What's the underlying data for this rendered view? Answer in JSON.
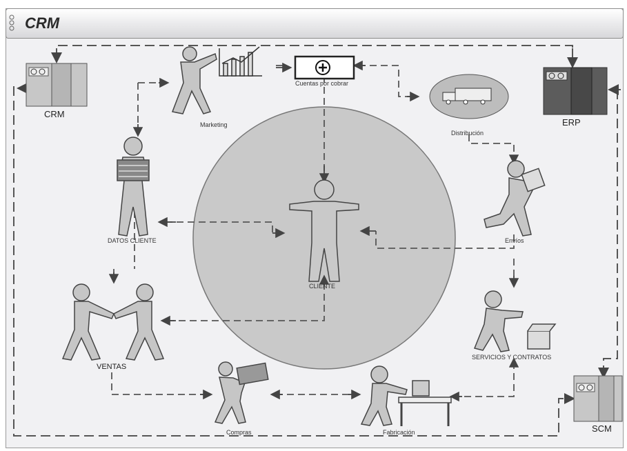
{
  "header": {
    "title": "CRM"
  },
  "systems": {
    "crm": "CRM",
    "erp": "ERP",
    "scm": "SCM"
  },
  "nodes": {
    "marketing": "Marketing",
    "cuentas": "Cuentas por cobrar",
    "distribucion": "Distribución",
    "datos_cliente": "DATOS CLIENTE",
    "cliente": "CLIENTE",
    "envios": "Envíos",
    "servicios": "SERVICIOS Y CONTRATOS",
    "ventas": "VENTAS",
    "compras": "Compras",
    "fabricacion": "Fabricación"
  },
  "colors": {
    "background": "#f1f1f3",
    "circle": "#c9c9c9",
    "figure": "#c6c6c6",
    "server_light": "#c7c7c7",
    "server_dark": "#5c5c5c"
  }
}
